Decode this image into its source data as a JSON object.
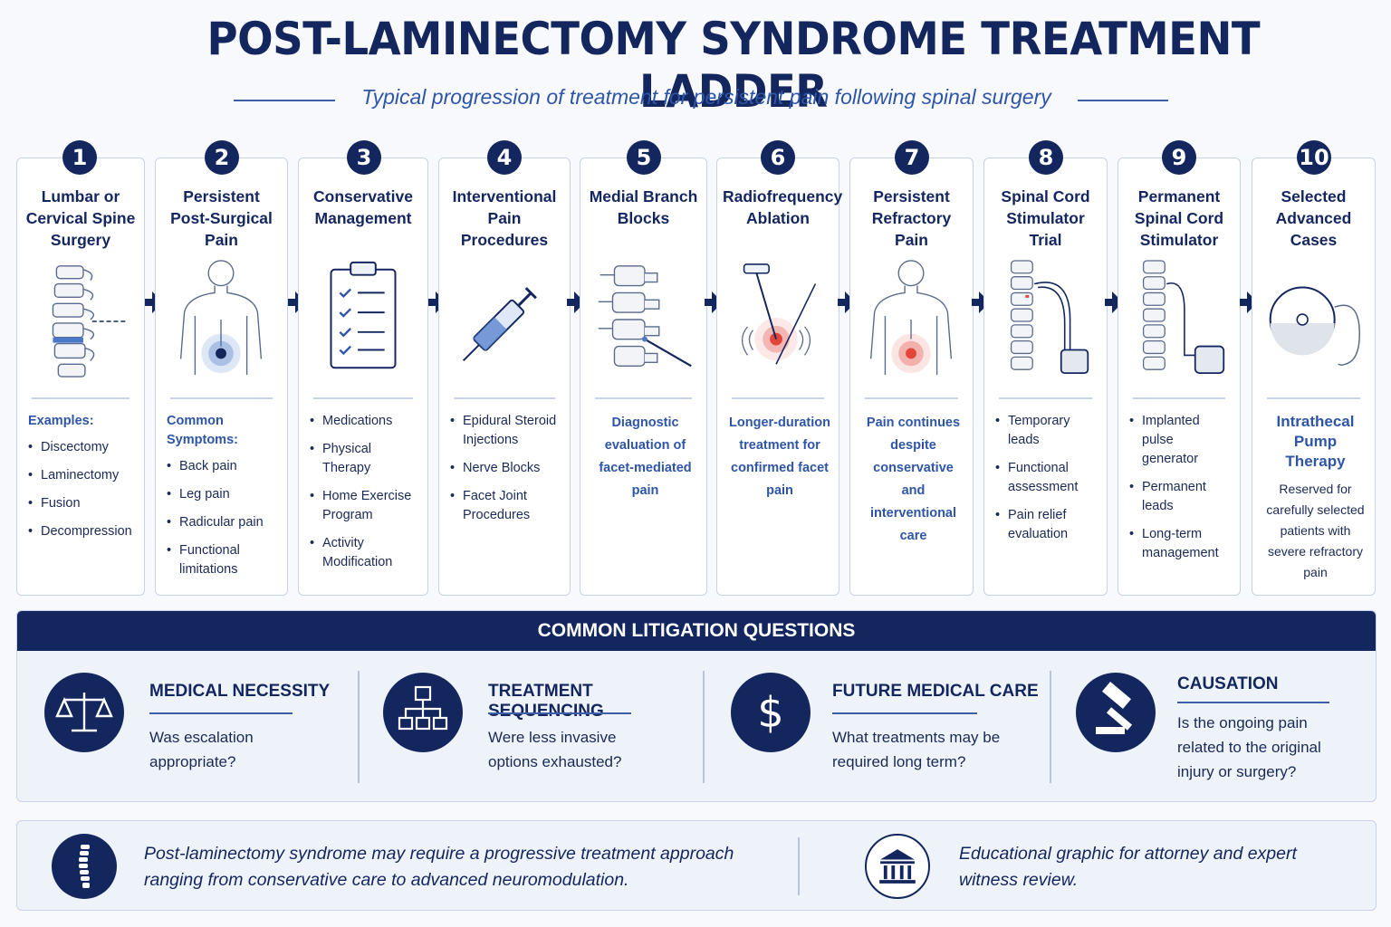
{
  "header": {
    "title": "POST-LAMINECTOMY SYNDROME TREATMENT LADDER",
    "subtitle": "Typical progression of treatment for persistent pain following spinal surgery"
  },
  "steps": [
    {
      "number": "1",
      "title": "Lumbar or Cervical Spine Surgery",
      "icon": "spine-surgery-icon",
      "label": "Examples:",
      "items": [
        "Discectomy",
        "Laminectomy",
        "Fusion",
        "Decompression"
      ]
    },
    {
      "number": "2",
      "title": "Persistent Post-Surgical Pain",
      "icon": "body-pain-icon",
      "label": "Common Symptoms:",
      "items": [
        "Back pain",
        "Leg pain",
        "Radicular pain",
        "Functional limitations"
      ]
    },
    {
      "number": "3",
      "title": "Conservative Management",
      "icon": "clipboard-checklist-icon",
      "items": [
        "Medications",
        "Physical Therapy",
        "Home Exercise Program",
        "Activity Modification"
      ]
    },
    {
      "number": "4",
      "title": "Interventional Pain Procedures",
      "icon": "syringe-icon",
      "items": [
        "Epidural Steroid Injections",
        "Nerve Blocks",
        "Facet Joint Procedures"
      ]
    },
    {
      "number": "5",
      "title": "Medial Branch Blocks",
      "icon": "spine-needle-icon",
      "note": "Diagnostic evaluation of facet-mediated pain"
    },
    {
      "number": "6",
      "title": "Radiofrequency Ablation",
      "icon": "rf-probe-icon",
      "note": "Longer-duration treatment for confirmed facet pain"
    },
    {
      "number": "7",
      "title": "Persistent Refractory Pain",
      "icon": "body-pain-icon",
      "note": "Pain continues despite conservative and interventional care"
    },
    {
      "number": "8",
      "title": "Spinal Cord Stimulator Trial",
      "icon": "spinal-stimulator-trial-icon",
      "items": [
        "Temporary leads",
        "Functional assessment",
        "Pain relief evaluation"
      ]
    },
    {
      "number": "9",
      "title": "Permanent Spinal Cord Stimulator",
      "icon": "spinal-stimulator-implant-icon",
      "items": [
        "Implanted pulse generator",
        "Permanent leads",
        "Long-term management"
      ]
    },
    {
      "number": "10",
      "title": "Selected Advanced Cases",
      "icon": "intrathecal-pump-icon",
      "heading": "Intrathecal Pump Therapy",
      "note": "Reserved for carefully selected patients with severe refractory pain"
    }
  ],
  "litigation": {
    "heading": "COMMON LITIGATION QUESTIONS",
    "questions": [
      {
        "title": "MEDICAL NECESSITY",
        "text": "Was escalation appropriate?",
        "icon": "scales-icon"
      },
      {
        "title": "TREATMENT SEQUENCING",
        "text": "Were less invasive options exhausted?",
        "icon": "flowchart-icon"
      },
      {
        "title": "FUTURE MEDICAL CARE",
        "text": "What treatments may be required long term?",
        "icon": "dollar-icon"
      },
      {
        "title": "CAUSATION",
        "text": "Is the ongoing pain related to the original injury or surgery?",
        "icon": "gavel-icon"
      }
    ]
  },
  "footer": {
    "left_text": "Post-laminectomy syndrome may require a progressive treatment approach ranging from conservative care to advanced neuromodulation.",
    "right_text": "Educational graphic for attorney and expert witness review."
  },
  "colors": {
    "navy": "#13265e",
    "accent_blue": "#2e55a6",
    "pain_red": "#e2453a"
  }
}
